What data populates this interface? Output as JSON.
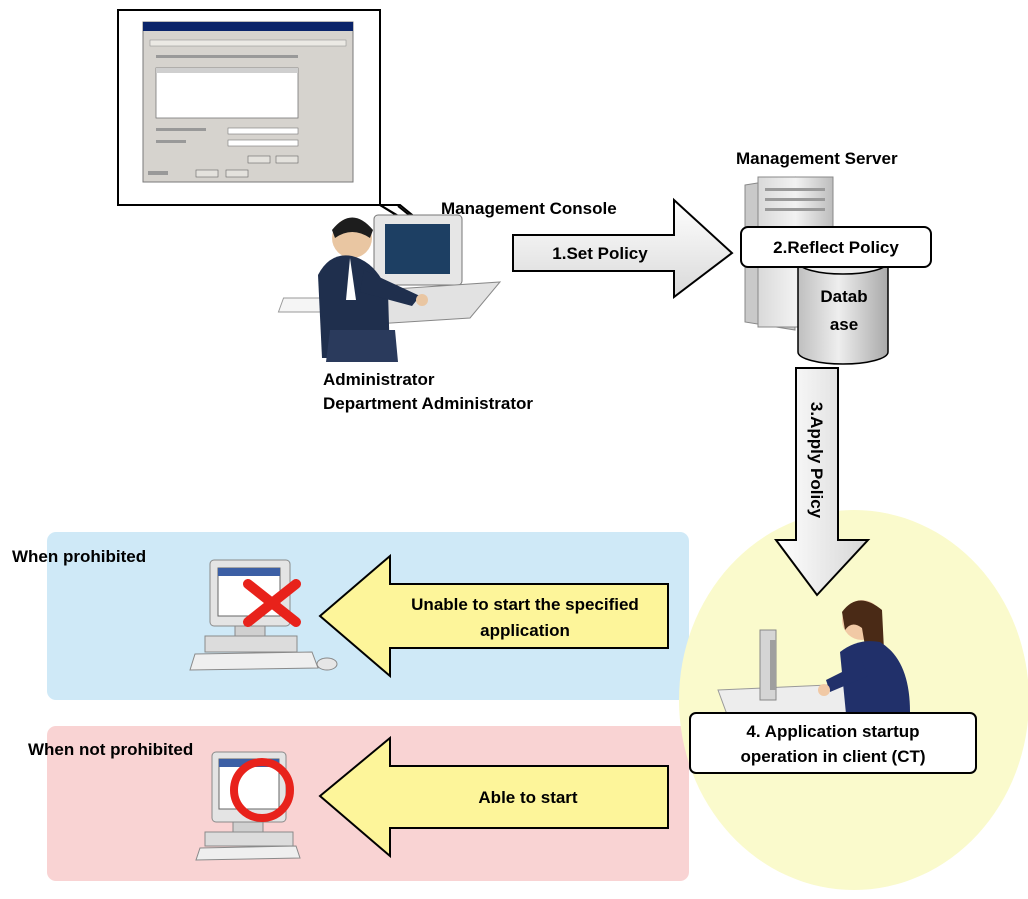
{
  "labels": {
    "management_console": "Management Console",
    "management_server": "Management Server",
    "administrator": "Administrator",
    "department_administrator": "Department Administrator",
    "when_prohibited": "When prohibited",
    "when_not_prohibited": "When not prohibited"
  },
  "steps": {
    "set_policy": "1.Set Policy",
    "reflect_policy": "2.Reflect Policy",
    "apply_policy": "3.Apply Policy",
    "startup_line1": "4. Application startup",
    "startup_line2": "operation in client (CT)"
  },
  "database": {
    "line1": "Datab",
    "line2": "ase"
  },
  "results": {
    "prohibited_line1": "Unable to start the specified",
    "prohibited_line2": "application",
    "allowed": "Able to start"
  },
  "colors": {
    "prohibited_panel": "#cfe9f7",
    "not_prohibited_panel": "#f9d3d3",
    "client_circle": "#fafacc",
    "result_arrow": "#fdf59a",
    "deny_mark": "#e8221b",
    "allow_mark": "#e8221b"
  }
}
